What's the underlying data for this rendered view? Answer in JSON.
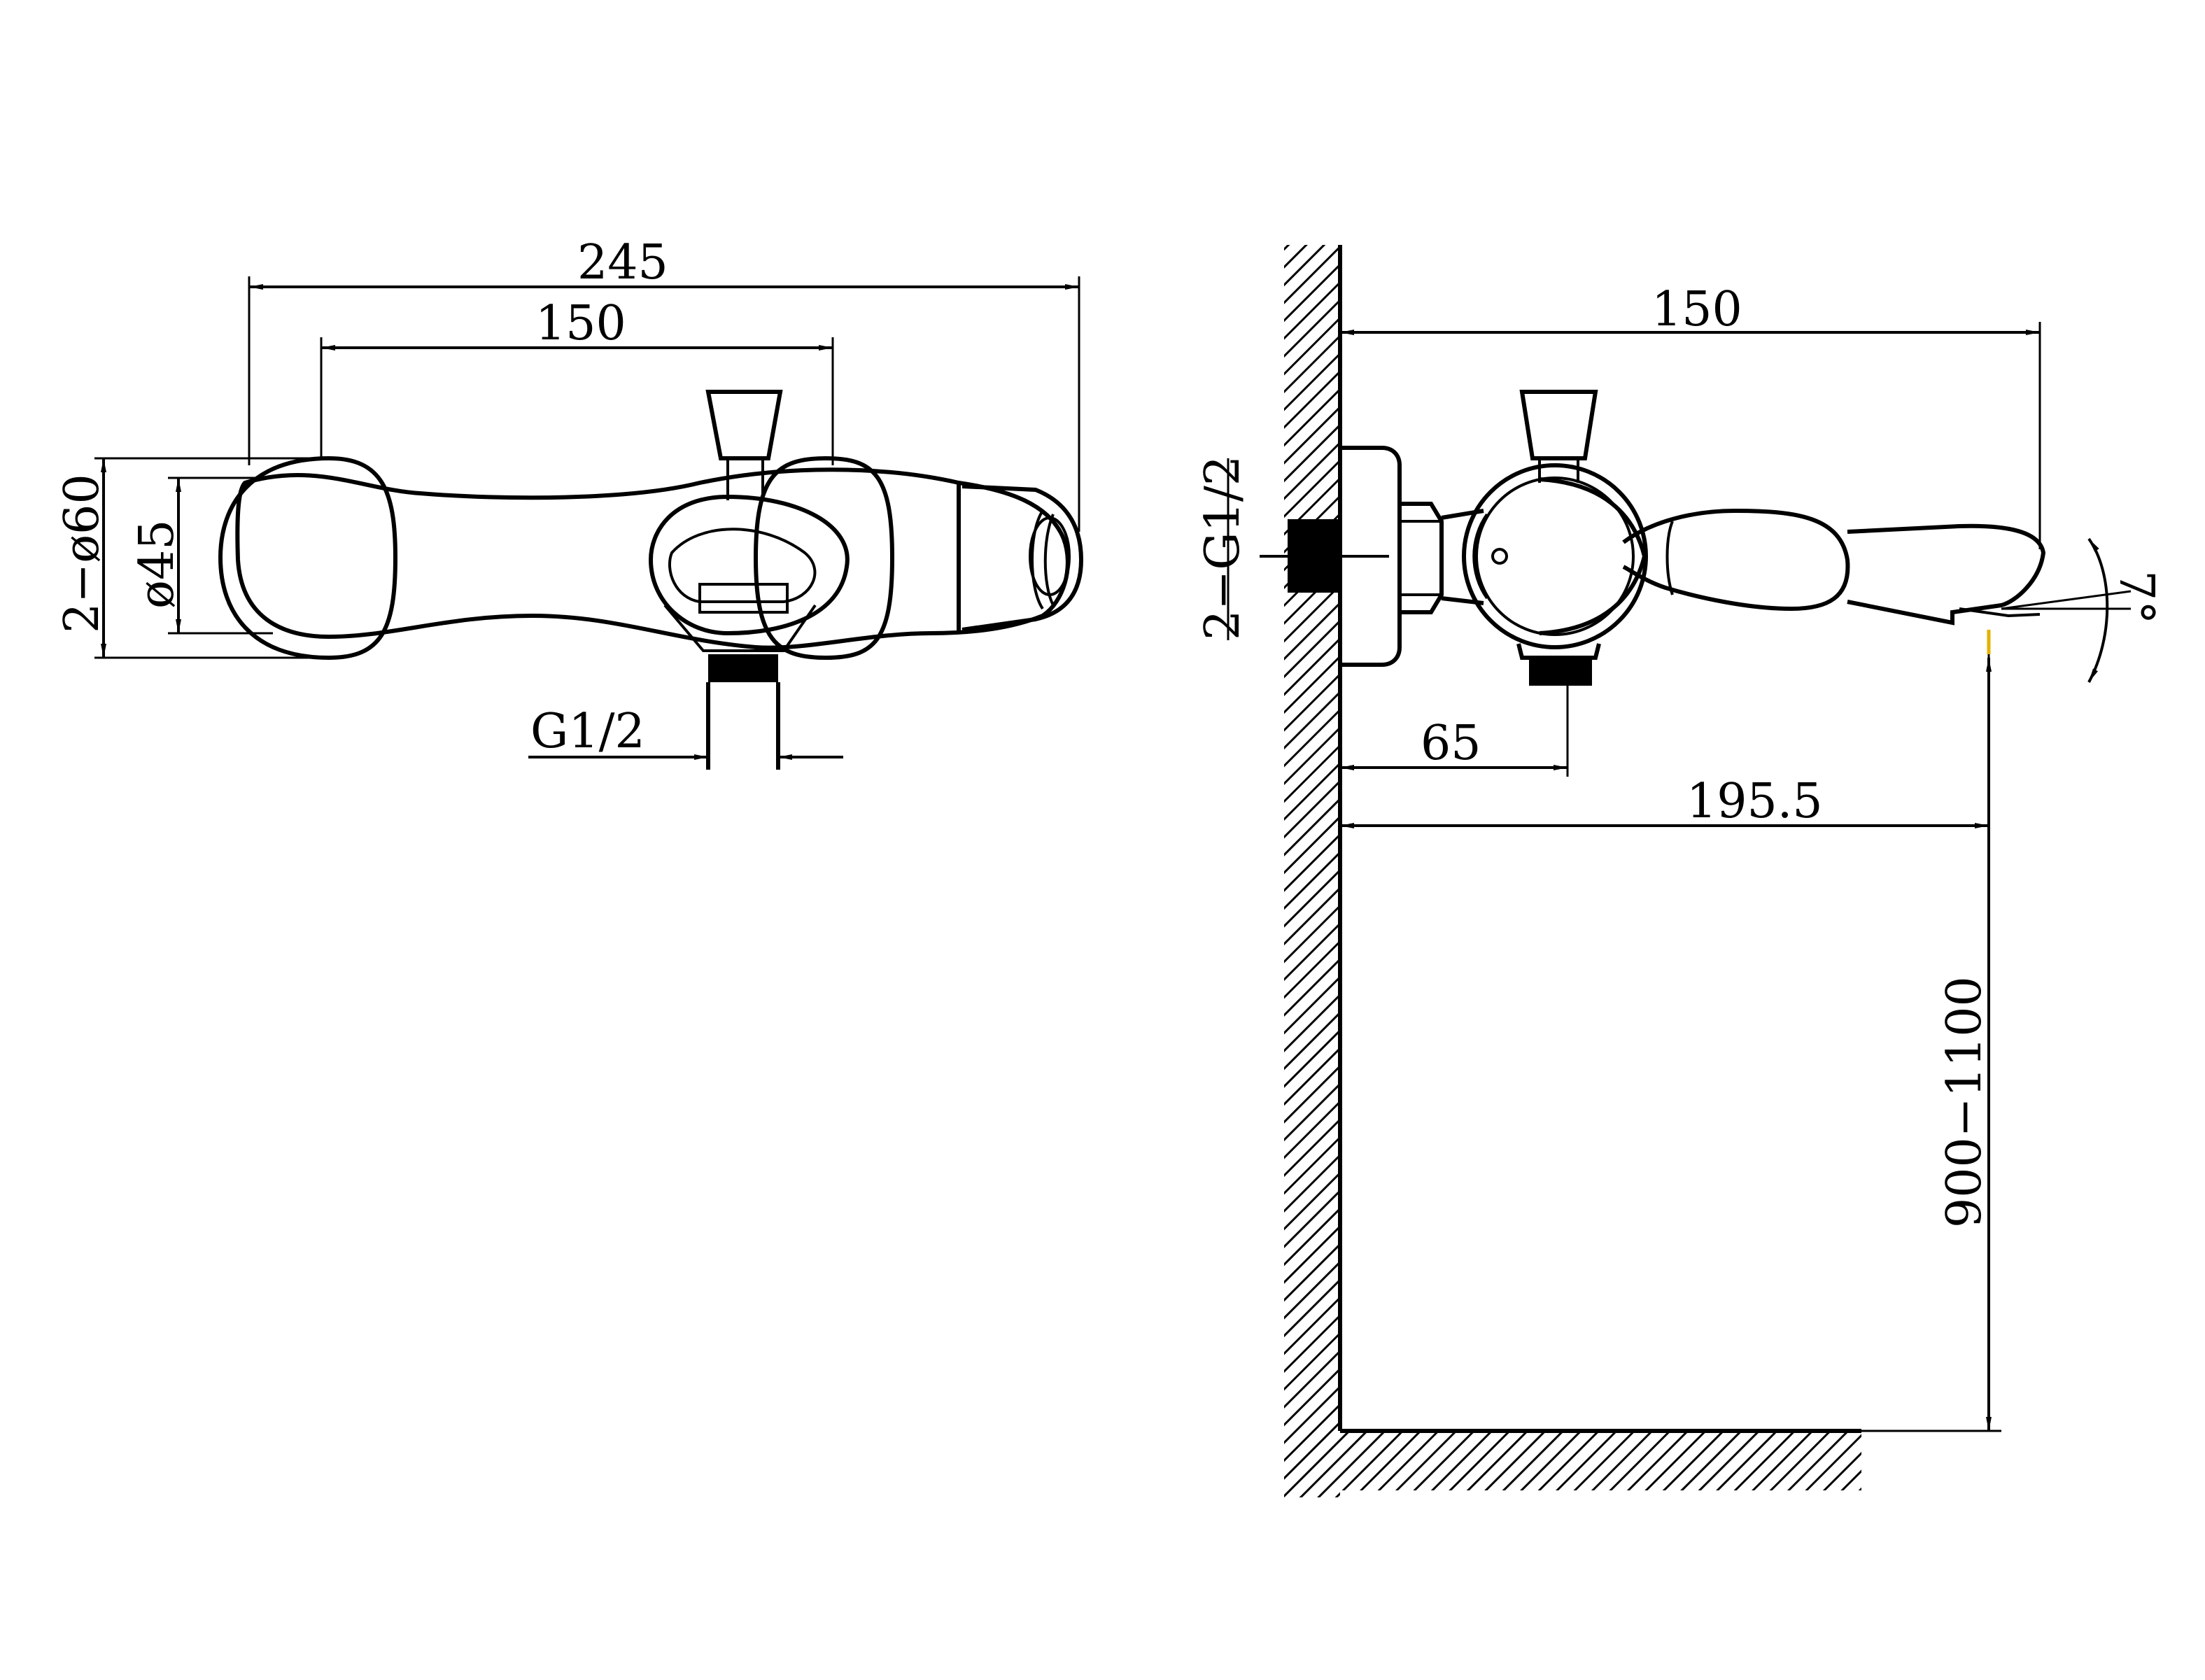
{
  "front_view": {
    "overall_length": "245",
    "center_distance": "150",
    "escutcheon_diameter": "2−ø60",
    "inner_diameter": "ø45",
    "bottom_thread": "G1/2"
  },
  "side_view": {
    "projection": "150",
    "inlet_thread": "2−G1/2",
    "outlet_offset": "65",
    "spout_reach": "195.5",
    "spout_angle": "7°",
    "mounting_height": "900−1100"
  }
}
